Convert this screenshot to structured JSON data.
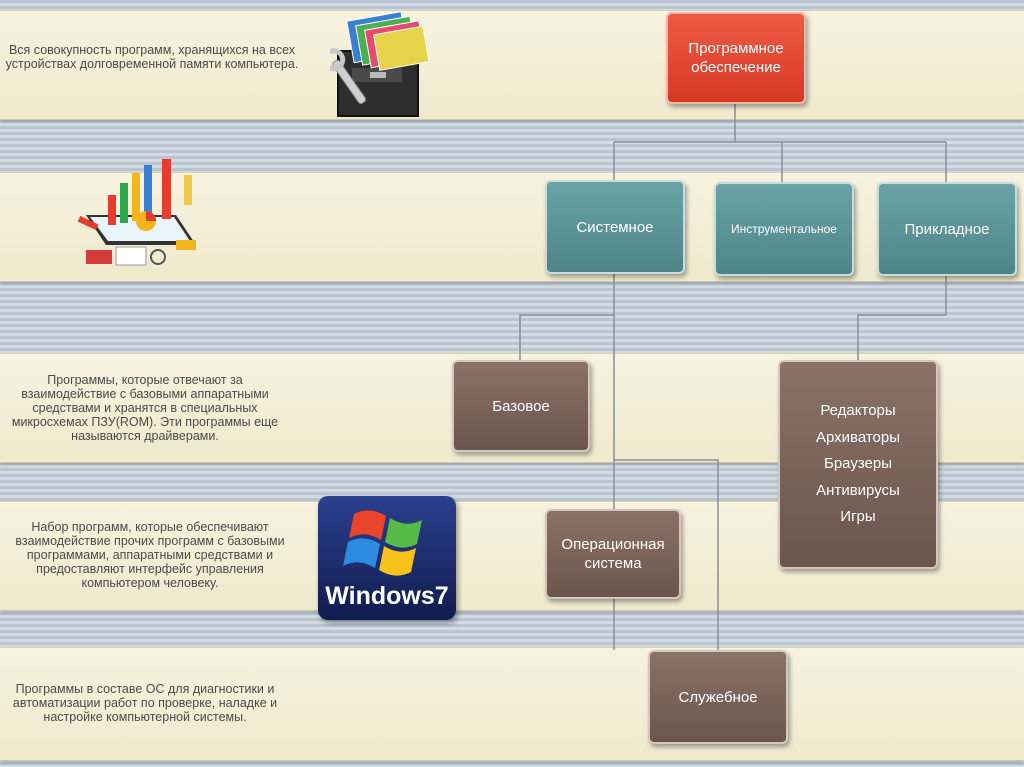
{
  "root": {
    "label": "Программное обеспечение"
  },
  "categories": [
    {
      "label": "Системное"
    },
    {
      "label": "Инструментальное"
    },
    {
      "label": "Прикладное"
    }
  ],
  "system_children": {
    "basic": "Базовое",
    "os": "Операционная система",
    "utility": "Служебное"
  },
  "applied_list": [
    "Редакторы",
    "Архиваторы",
    "Браузеры",
    "Антивирусы",
    "Игры"
  ],
  "descriptions": {
    "software": "Вся совокупность программ, хранящихся на всех устройствах долговременной памяти компьютера.",
    "basic": "Программы, которые отвечают за взаимодействие с базовыми аппаратными средствами и хранятся в специальных микросхемах ПЗУ(ROM). Эти программы еще называются драйверами.",
    "os": "Набор программ, которые обеспечивают взаимодействие прочих программ с базовыми программами, аппаратными средствами и предоставляют интерфейс управления компьютером человеку.",
    "utility": "Программы в составе ОС для диагностики и автоматизации работ по проверке, наладке и настройке компьютерной системы."
  },
  "logo_text": "Windows7",
  "colors": {
    "root": "#e04a34",
    "teal": "#5a9497",
    "brown": "#7a6259"
  }
}
